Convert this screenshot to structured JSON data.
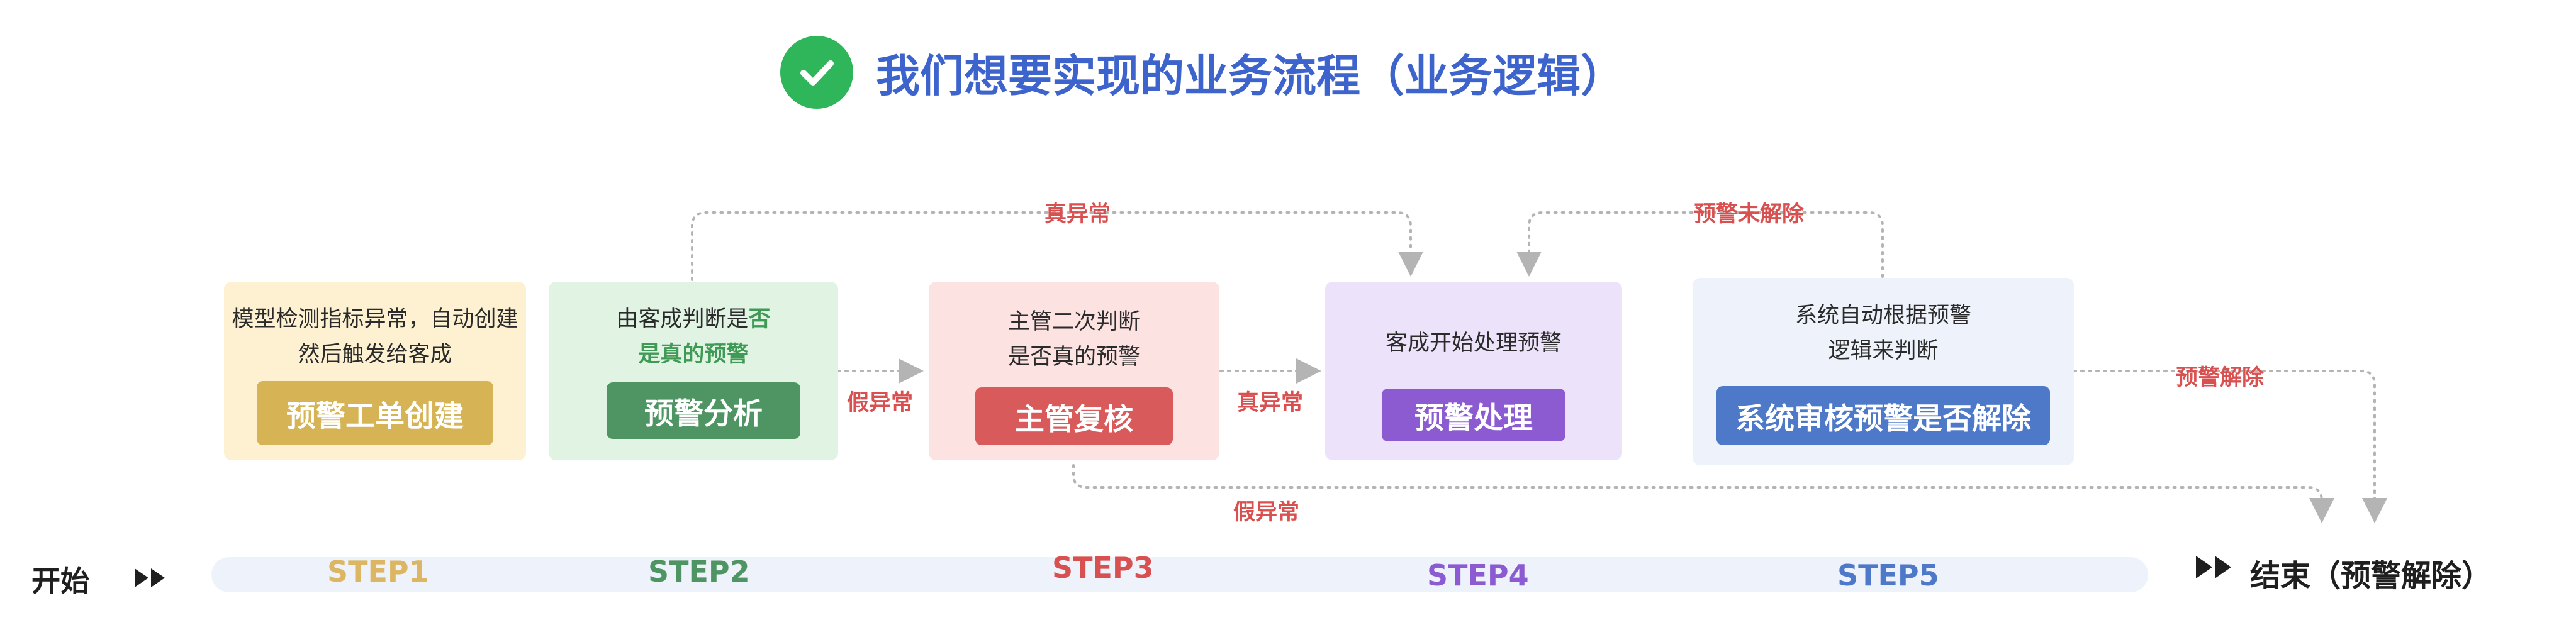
{
  "title": "我们想要实现的业务流程（业务逻辑）",
  "colors": {
    "title": "#3d63cc",
    "check": "#2fb65a",
    "alert_red": "#d95050",
    "connector": "#b4b4b4"
  },
  "steps": [
    {
      "desc_line1": "模型检测指标异常，自动创建",
      "desc_line2": "然后触发给客成",
      "button": "预警工单创建",
      "step": "STEP1"
    },
    {
      "desc_line1": "由客成判断是",
      "desc_line1_highlight": "否",
      "desc_line2": "是真的预警",
      "button": "预警分析",
      "step": "STEP2"
    },
    {
      "desc_line1": "主管二次判断",
      "desc_line2": "是否真的预警",
      "button": "主管复核",
      "step": "STEP3"
    },
    {
      "desc_line1": "客成开始处理预警",
      "button": "预警处理",
      "step": "STEP4"
    },
    {
      "desc_line1": "系统自动根据预警",
      "desc_line2": "逻辑来判断",
      "button": "系统审核预警是否解除",
      "step": "STEP5"
    }
  ],
  "flow_labels": {
    "step2_to_step4_top": "真异常",
    "step5_to_step4_top": "预警未解除",
    "step2_to_step3": "假异常",
    "step3_to_step4": "真异常",
    "step3_to_end_bottom": "假异常",
    "step5_to_end": "预警解除"
  },
  "start": "开始",
  "end": "结束（预警解除）",
  "icons": {
    "title": "check-circle-icon",
    "start_arrow": "double-play-icon",
    "end_arrow": "double-play-icon"
  }
}
